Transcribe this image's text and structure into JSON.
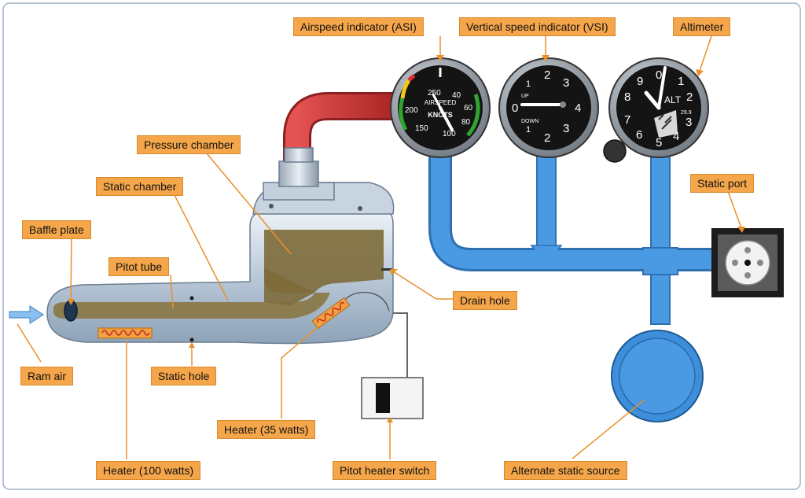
{
  "labels": {
    "asi": "Airspeed indicator (ASI)",
    "vsi": "Vertical speed indicator (VSI)",
    "altimeter": "Altimeter",
    "static_port": "Static port",
    "pressure_chamber": "Pressure chamber",
    "static_chamber": "Static chamber",
    "baffle_plate": "Baffle plate",
    "pitot_tube": "Pitot tube",
    "drain_hole": "Drain hole",
    "ram_air": "Ram air",
    "static_hole": "Static hole",
    "heater_35": "Heater (35 watts)",
    "heater_100": "Heater (100 watts)",
    "pitot_heater_switch": "Pitot heater switch",
    "alternate_static_source": "Alternate static source"
  },
  "asi_face": {
    "ticks": [
      "250",
      "40",
      "200",
      "60",
      "150",
      "80",
      "100"
    ],
    "word1": "AIRSPEED",
    "word2": "KNOTS"
  },
  "vsi_face": {
    "ticks": [
      "1",
      "2",
      "3",
      "4",
      "0",
      "1",
      "2",
      "3"
    ],
    "up": "UP",
    "down": "DOWN"
  },
  "alt_face": {
    "ticks": [
      "0",
      "1",
      "2",
      "3",
      "4",
      "5",
      "6",
      "7",
      "8",
      "9"
    ],
    "word": "ALT",
    "kollsman": "29.9"
  },
  "colors": {
    "pipe_blue": "#3d8fdc",
    "pipe_red": "#c93a3a",
    "label_orange": "#f5a64a",
    "chamber_olive": "#7d6c3a"
  }
}
